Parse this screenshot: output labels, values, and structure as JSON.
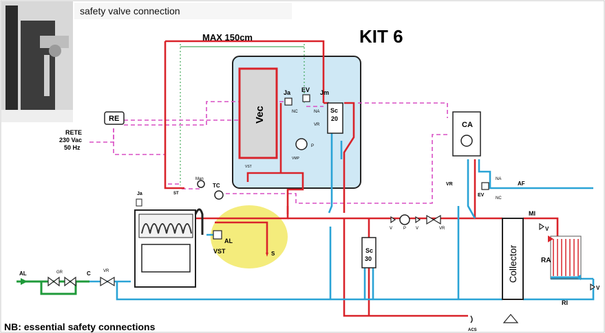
{
  "header": {
    "photo_caption": "safety valve connection",
    "kit_title": "KIT 6",
    "max_label": "MAX 150cm"
  },
  "labels": {
    "re": "RE",
    "rete_line1": "RETE",
    "rete_line2": "230 Vac",
    "rete_line3": "50 Hz",
    "vec": "Vec",
    "ja": "Ja",
    "ev": "EV",
    "jm": "Jm",
    "nc": "NC",
    "na": "NA",
    "vr": "VR",
    "p": "P",
    "sc20_a": "Sc",
    "sc20_b": "20",
    "vst": "VST",
    "vmp": "VMP",
    "ca": "CA",
    "man": "Man",
    "tc": "TC",
    "st": "ST",
    "al": "AL",
    "s": "S",
    "sc30_a": "Sc",
    "sc30_b": "30",
    "v": "V",
    "collector": "Collector",
    "mi": "MI",
    "ra": "RA",
    "ri": "RI",
    "af": "AF",
    "acs": "ACS",
    "c": "C",
    "gr": "GR"
  },
  "footer": {
    "note": "NB: essential safety connections"
  },
  "colors": {
    "hot": "#d9232a",
    "cold": "#2aa3d6",
    "electric": "#d94fc4",
    "green": "#1f9a3a",
    "highlight": "#f4ec7c",
    "panel": "#cfe8f5"
  }
}
